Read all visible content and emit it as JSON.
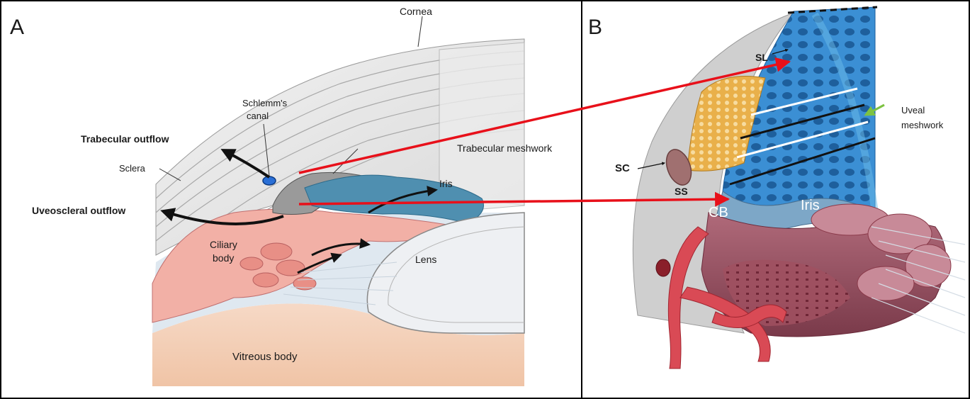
{
  "panel_a": {
    "letter": "A",
    "labels": {
      "cornea": "Cornea",
      "schlemm": [
        "Schlemm's",
        "canal"
      ],
      "trabecular_outflow": "Trabecular outflow",
      "trabecular_meshwork": "Trabecular meshwork",
      "sclera": "Sclera",
      "iris": "Iris",
      "uveoscleral_outflow": "Uveoscleral outflow",
      "ciliary_body": [
        "Ciliary",
        "body"
      ],
      "lens": "Lens",
      "vitreous_body": "Vitreous body"
    }
  },
  "panel_b": {
    "letter": "B",
    "labels": {
      "sl": "SL",
      "sc": "SC",
      "ss": "SS",
      "cb": "CB",
      "iris": "Iris",
      "uveal_meshwork": [
        "Uveal",
        "meshwork"
      ]
    }
  },
  "colors": {
    "connector_arrow": "#e8101a",
    "uveal_pointer": "#7dc242",
    "iris_blue": "#4f8fb0",
    "ciliary_pink": "#f0a8a0",
    "meshwork_blue": "#3d8fd0"
  }
}
